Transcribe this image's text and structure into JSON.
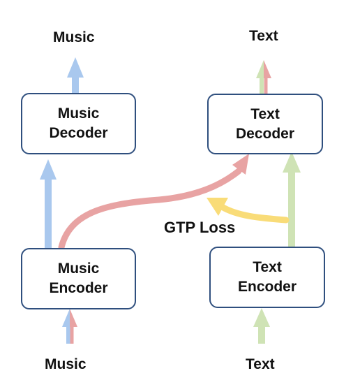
{
  "colors": {
    "music_path": "#a9c8ee",
    "text_path": "#cfe3b5",
    "generation_path": "#e8a3a3",
    "loss_path": "#f9dc78",
    "box_border": "#2f4f7e"
  },
  "left": {
    "output_label": "Music",
    "decoder": {
      "line1": "Music",
      "line2": "Decoder"
    },
    "encoder": {
      "line1": "Music",
      "line2": "Encoder"
    },
    "input_label": "Music"
  },
  "right": {
    "output_label": "Text",
    "decoder": {
      "line1": "Text",
      "line2": "Decoder"
    },
    "encoder": {
      "line1": "Text",
      "line2": "Encoder"
    },
    "input_label": "Text"
  },
  "loss_label": "GTP Loss"
}
